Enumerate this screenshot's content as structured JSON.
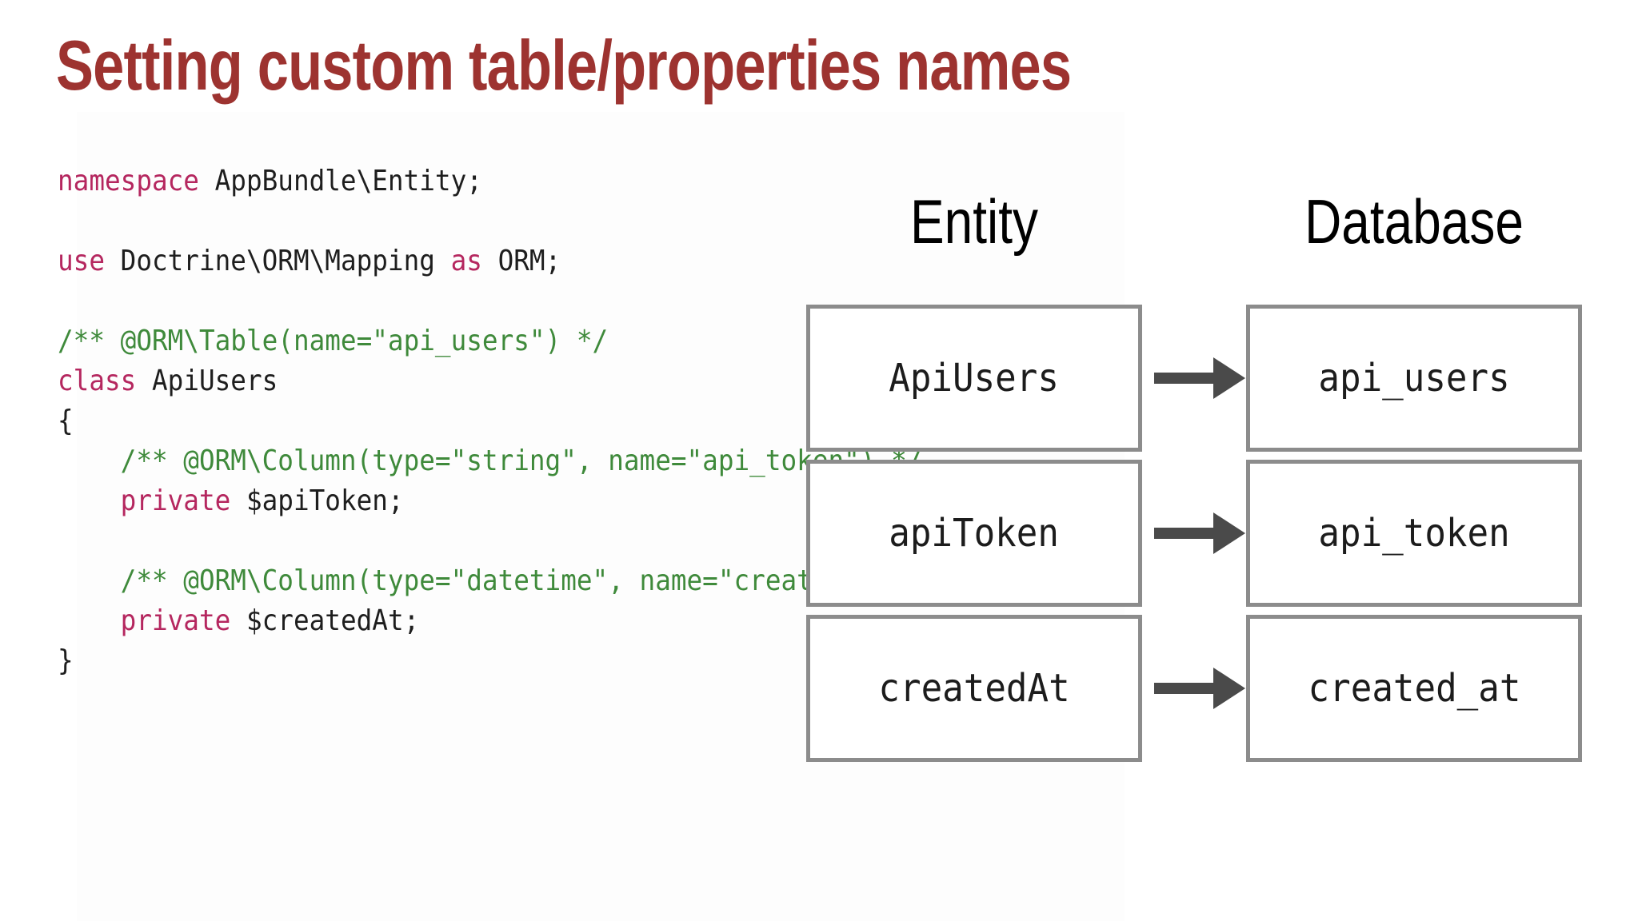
{
  "slide": {
    "title": "Setting custom table/properties names",
    "title_color": "#9d3330",
    "background": "#ffffff"
  },
  "code": {
    "language": "php",
    "keyword_color": "#b5275f",
    "comment_color": "#3f8a3b",
    "text_color": "#1e1e1e",
    "lines": [
      {
        "id": "l1",
        "segments": [
          {
            "t": "namespace",
            "c": "kw"
          },
          {
            "t": " AppBundle\\Entity;",
            "c": "pln"
          }
        ]
      },
      {
        "id": "l2",
        "segments": [
          {
            "t": "",
            "c": "pln"
          }
        ]
      },
      {
        "id": "l3",
        "segments": [
          {
            "t": "use",
            "c": "kw"
          },
          {
            "t": " Doctrine\\ORM\\Mapping ",
            "c": "pln"
          },
          {
            "t": "as",
            "c": "kw"
          },
          {
            "t": " ORM;",
            "c": "pln"
          }
        ]
      },
      {
        "id": "l4",
        "segments": [
          {
            "t": "",
            "c": "pln"
          }
        ]
      },
      {
        "id": "l5",
        "segments": [
          {
            "t": "/** @ORM\\Table(name=\"api_users\") */",
            "c": "cmt"
          }
        ]
      },
      {
        "id": "l6",
        "segments": [
          {
            "t": "class",
            "c": "kw"
          },
          {
            "t": " ApiUsers",
            "c": "pln"
          }
        ]
      },
      {
        "id": "l7",
        "segments": [
          {
            "t": "{",
            "c": "pln"
          }
        ]
      },
      {
        "id": "l8",
        "segments": [
          {
            "t": "    /** @ORM\\Column(type=\"string\", name=\"api_token\") */",
            "c": "cmt"
          }
        ]
      },
      {
        "id": "l9",
        "segments": [
          {
            "t": "    ",
            "c": "pln"
          },
          {
            "t": "private",
            "c": "kw"
          },
          {
            "t": " $apiToken;",
            "c": "pln"
          }
        ]
      },
      {
        "id": "l10",
        "segments": [
          {
            "t": "",
            "c": "pln"
          }
        ]
      },
      {
        "id": "l11",
        "segments": [
          {
            "t": "    /** @ORM\\Column(type=\"datetime\", name=\"created_at\") */",
            "c": "cmt"
          }
        ]
      },
      {
        "id": "l12",
        "segments": [
          {
            "t": "    ",
            "c": "pln"
          },
          {
            "t": "private",
            "c": "kw"
          },
          {
            "t": " $createdAt;",
            "c": "pln"
          }
        ]
      },
      {
        "id": "l13",
        "segments": [
          {
            "t": "}",
            "c": "pln"
          }
        ]
      }
    ]
  },
  "diagram": {
    "headers": {
      "entity": "Entity",
      "database": "Database"
    },
    "box_border_color": "#8c8c8c",
    "arrow_color": "#4a4a4a",
    "mappings": [
      {
        "entity": "ApiUsers",
        "database": "api_users",
        "arrow": "arrow-right-icon"
      },
      {
        "entity": "apiToken",
        "database": "api_token",
        "arrow": "arrow-right-icon"
      },
      {
        "entity": "createdAt",
        "database": "created_at",
        "arrow": "arrow-right-icon"
      }
    ]
  }
}
